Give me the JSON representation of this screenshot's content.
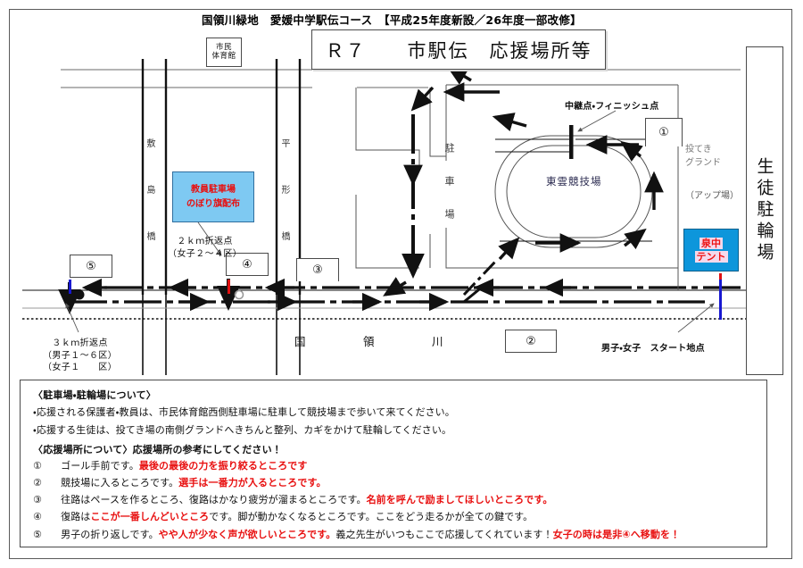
{
  "document": {
    "headline": "国領川緑地　愛媛中学駅伝コース　【平成25年度新設／26年度一部改修】",
    "title_box": "Ｒ７　　市駅伝　応援場所等"
  },
  "map": {
    "facilities": {
      "gym_line1": "市民",
      "gym_line2": "体育館",
      "teacher_parking_line1": "教員駐車場",
      "teacher_parking_line2": "のぼり旗配布",
      "izumi_tent_line1": "泉中",
      "izumi_tent_line2": "テント",
      "student_bike_parking": "生徒駐輪場",
      "parking_vertical": "駐車場",
      "stadium": "東雲競技場",
      "throwing_ground": "投てき\nグランド",
      "throwing_ground_sub": "（アップ場）",
      "relay_finish": "中継点・フィニッシュ点"
    },
    "bridges": {
      "shikishima": "敷島橋",
      "hiragata": "平形橋"
    },
    "river": "国　領　川",
    "markers": {
      "turn_2km_line1": "２ｋｍ折返点",
      "turn_2km_line2": "（女子２～４区）",
      "turn_3km_line1": "３ｋｍ折返点",
      "turn_3km_line2": "（男子１～６区）",
      "turn_3km_line3": "（女子１　　区）",
      "start_point": "男子・女子　スタート地点"
    },
    "spot_labels": {
      "one": "①",
      "two": "②",
      "three": "③",
      "four": "④",
      "five": "⑤"
    }
  },
  "notes": {
    "parking_heading": "〈駐車場・駐輪場について〉",
    "parking_items": [
      "・応援される保護者・教員は、市民体育館西側駐車場に駐車して競技場まで歩いて来てください。",
      "・応援する生徒は、投てき場の南側グランドへきちんと整列、カギをかけて駐輪してください。"
    ],
    "cheer_heading": "〈応援場所について〉応援場所の参考にしてください！",
    "cheer_items": [
      {
        "num": "①",
        "parts": [
          {
            "t": "　ゴール手前です。",
            "red": false
          },
          {
            "t": "最後の最後の力を振り絞るところです",
            "red": true
          }
        ]
      },
      {
        "num": "②",
        "parts": [
          {
            "t": "　競技場に入るところです。",
            "red": false
          },
          {
            "t": "選手は一番力が入るところです。",
            "red": true
          }
        ]
      },
      {
        "num": "③",
        "parts": [
          {
            "t": "　往路はペースを作るところ、復路はかなり疲労が溜まるところです。",
            "red": false
          },
          {
            "t": "名前を呼んで励ましてほしいところです。",
            "red": true
          }
        ]
      },
      {
        "num": "④",
        "parts": [
          {
            "t": "　復路は",
            "red": false
          },
          {
            "t": "ここが一番しんどいところ",
            "red": true
          },
          {
            "t": "です。脚が動かなくなるところです。ここをどう走るかが全ての鍵です。",
            "red": false
          }
        ]
      },
      {
        "num": "⑤",
        "parts": [
          {
            "t": "　男子の折り返しです。",
            "red": false
          },
          {
            "t": "やや人が少なく声が欲しいところです。",
            "red": true
          },
          {
            "t": "義之先生がいつもここで応援してくれています！",
            "red": false
          },
          {
            "t": "女子の時は是非④へ移動を！",
            "red": true
          }
        ]
      }
    ]
  },
  "colors": {
    "accent_blue_light": "#7ec9f2",
    "accent_blue": "#0d96db",
    "accent_red": "#e81010",
    "line_black": "#111111",
    "marker_blue": "#1818d0",
    "marker_red": "#e01010"
  }
}
